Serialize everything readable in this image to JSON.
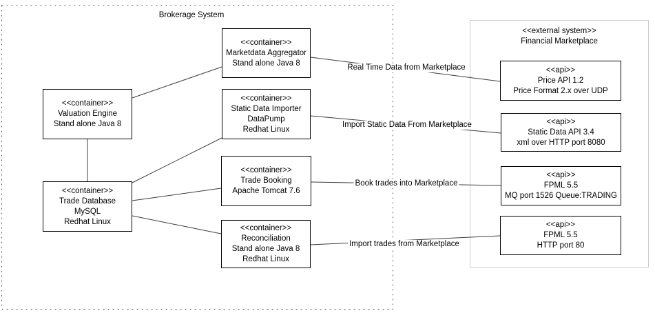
{
  "diagram_title": "Brokerage System",
  "external_system": {
    "stereotype": "<<external system>>",
    "name": "Financial Marketplace"
  },
  "nodes": {
    "valuation_engine": {
      "stereotype": "<<container>>",
      "lines": [
        "Valuation Engine",
        "Stand alone Java 8"
      ]
    },
    "marketdata_aggregator": {
      "stereotype": "<<container>>",
      "lines": [
        "Marketdata Aggregator",
        "Stand alone Java 8"
      ]
    },
    "static_data_importer": {
      "stereotype": "<<container>>",
      "lines": [
        "Static Data Importer",
        "DataPump",
        "Redhat Linux"
      ]
    },
    "trade_database": {
      "stereotype": "<<container>>",
      "lines": [
        "Trade Database",
        "MySQL",
        "Redhat Linux"
      ]
    },
    "trade_booking": {
      "stereotype": "<<container>>",
      "lines": [
        "Trade Booking",
        "Apache Tomcat 7.6"
      ]
    },
    "reconciliation": {
      "stereotype": "<<container>>",
      "lines": [
        "Reconciliation",
        "Stand alone Java 8",
        "Redhat Linux"
      ]
    },
    "price_api": {
      "stereotype": "<<api>>",
      "lines": [
        "Price API 1.2",
        "Price Format 2.x over UDP"
      ]
    },
    "static_data_api": {
      "stereotype": "<<api>>",
      "lines": [
        "Static Data API 3.4",
        "xml over HTTP port 8080"
      ]
    },
    "fpml_mq_api": {
      "stereotype": "<<api>>",
      "lines": [
        "FPML 5.5",
        "MQ port 1526 Queue:TRADING"
      ]
    },
    "fpml_http_api": {
      "stereotype": "<<api>>",
      "lines": [
        "FPML 5.5",
        "HTTP port 80"
      ]
    }
  },
  "edge_labels": {
    "real_time": "Real Time Data from Marketplace",
    "import_static": "Import Static Data From Marketplace",
    "book_trades": "Book trades into Marketplace",
    "import_trades": "Import trades from Marketplace"
  },
  "colors": {
    "node_border": "#000000",
    "external_frame_border": "#cccccc",
    "edge_line": "#3c3c3c",
    "boundary_dots": "#4a4a4a",
    "background": "#ffffff"
  }
}
